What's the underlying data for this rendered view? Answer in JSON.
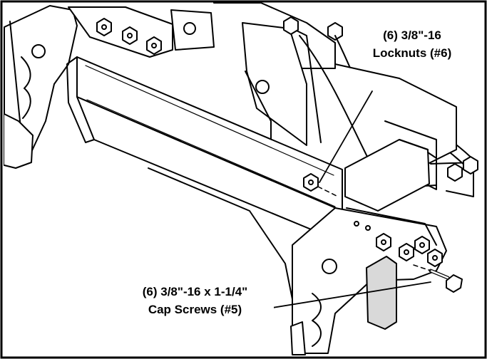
{
  "callouts": {
    "locknuts": {
      "line1": "(6) 3/8\"-16",
      "line2": "Locknuts (#6)"
    },
    "cap_screws": {
      "line1": "(6) 3/8\"-16 x 1-1/4\"",
      "line2": "Cap Screws (#5)"
    }
  },
  "colors": {
    "stroke": "#000000",
    "paper": "#ffffff",
    "shade": "#d9d9d9"
  }
}
